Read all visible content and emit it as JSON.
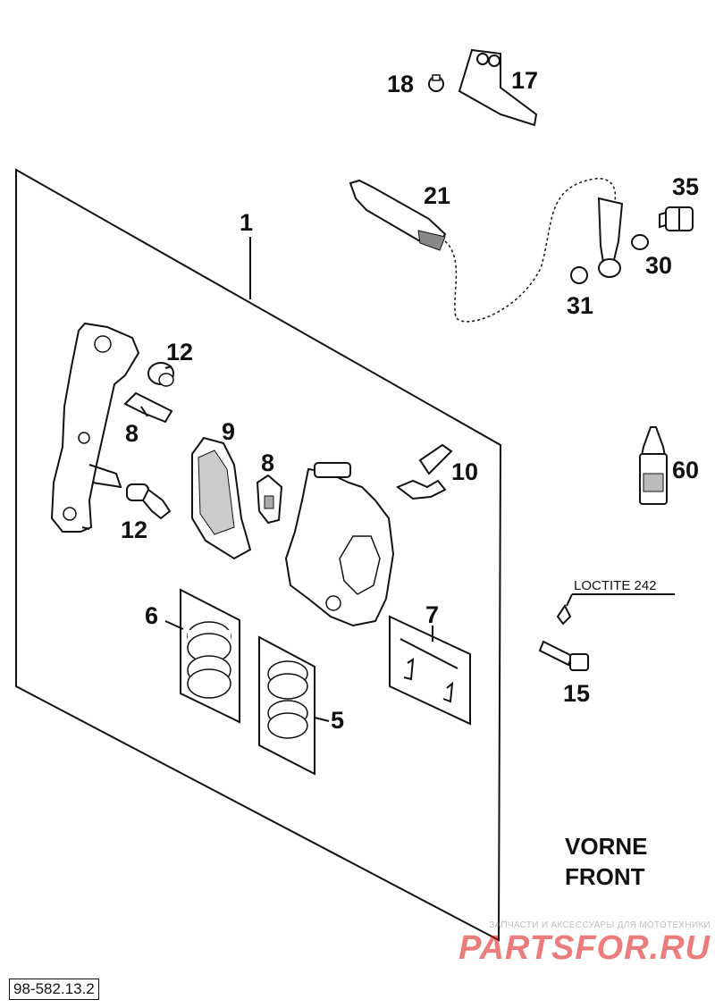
{
  "callouts": {
    "c1": "1",
    "c5": "5",
    "c6": "6",
    "c7": "7",
    "c8a": "8",
    "c8b": "8",
    "c9": "9",
    "c10": "10",
    "c12a": "12",
    "c12b": "12",
    "c15": "15",
    "c17": "17",
    "c18": "18",
    "c21": "21",
    "c30": "30",
    "c31": "31",
    "c35": "35",
    "c60": "60"
  },
  "loctite_label": "LOCTITE 242",
  "region": {
    "line1": "VORNE",
    "line2": "FRONT"
  },
  "diagram_code": "98-582.13.2",
  "watermark": {
    "subtitle": "ЗАПЧАСТИ И АКСЕССУАРЫ ДЛЯ МОТОТЕХНИКИ",
    "brand": "PARTSFOR.RU"
  }
}
